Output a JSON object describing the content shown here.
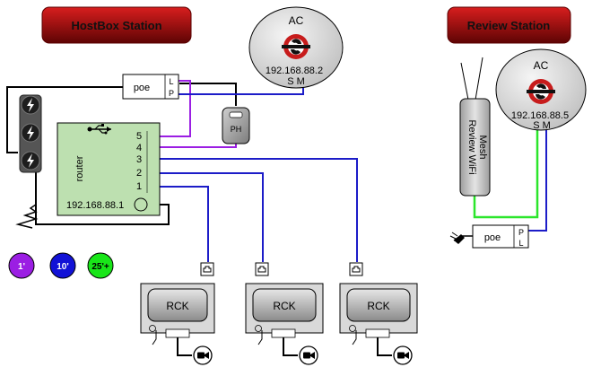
{
  "stations": {
    "hostbox": "HostBox Station",
    "review": "Review Station"
  },
  "ac_host": {
    "label": "AC",
    "ip": "192.168.88.2",
    "ports": "S M"
  },
  "ac_review": {
    "label": "AC",
    "ip": "192.168.88.5",
    "ports": "S M"
  },
  "poe_host": {
    "label": "poe",
    "port_l": "L",
    "port_p": "P"
  },
  "poe_review": {
    "label": "poe",
    "port_p": "P",
    "port_l": "L"
  },
  "phone": {
    "label": "PH"
  },
  "router": {
    "label": "router",
    "ip": "192.168.88.1",
    "ports": [
      "5",
      "4",
      "3",
      "2",
      "1"
    ]
  },
  "mesh": {
    "line1": "Mesh",
    "line2": "Review WiFi"
  },
  "legend": [
    {
      "label": "1'",
      "color": "#9b1ee3"
    },
    {
      "label": "10'",
      "color": "#1212d6"
    },
    {
      "label": "25'+",
      "color": "#19e619"
    }
  ],
  "rck_label": "RCK",
  "colors": {
    "station_fill": "#8b0b0b",
    "purple_cable": "#9b1ee3",
    "blue_cable": "#1c1cc8",
    "green_cable": "#2be62b",
    "router_fill": "#bde0b0"
  }
}
